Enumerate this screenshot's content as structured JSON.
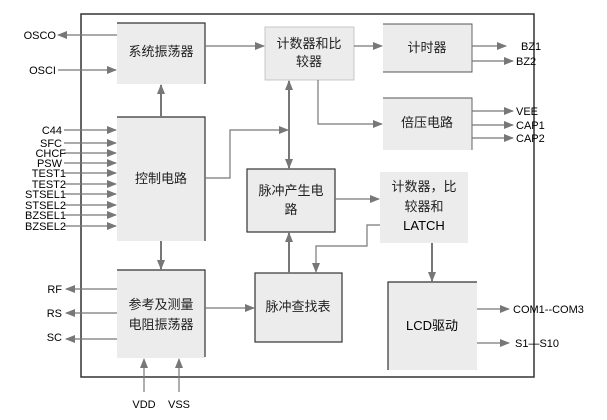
{
  "blocks": {
    "sys_osc": {
      "lines": [
        "系统振荡器"
      ]
    },
    "counter_cmp": {
      "lines": [
        "计数器和比",
        "较器"
      ]
    },
    "timer": {
      "lines": [
        "计时器"
      ]
    },
    "voltage_doubler": {
      "lines": [
        "倍压电路"
      ]
    },
    "control": {
      "lines": [
        "控制电路"
      ]
    },
    "pulse_gen": {
      "lines": [
        "脉冲产生电",
        "路"
      ]
    },
    "counter_latch": {
      "lines": [
        "计数器，比",
        "较器和",
        "LATCH"
      ]
    },
    "ref_osc": {
      "lines": [
        "参考及测量",
        "电阻振荡器"
      ]
    },
    "pulse_lut": {
      "lines": [
        "脉冲查找表"
      ]
    },
    "lcd": {
      "lines": [
        "LCD驱动"
      ]
    }
  },
  "pins": {
    "osc_out": "OSCO",
    "osc_in": "OSCI",
    "control_inputs": [
      "C44",
      "SFC",
      "CHCF",
      "PSW",
      "TEST1",
      "TEST2",
      "STSEL1",
      "STSEL2",
      "BZSEL1",
      "BZSEL2"
    ],
    "ref_outputs": [
      "RF",
      "RS",
      "SC"
    ],
    "power": [
      "VDD",
      "VSS"
    ],
    "timer_outputs": [
      "BZ1",
      "BZ2"
    ],
    "doubler_outputs": [
      "VEE",
      "CAP1",
      "CAP2"
    ],
    "lcd_outputs": [
      "COM1--COM3",
      "S1—S10"
    ]
  },
  "colors": {
    "block_fill": "#ececec",
    "line": "#777777",
    "border": "#333333"
  }
}
